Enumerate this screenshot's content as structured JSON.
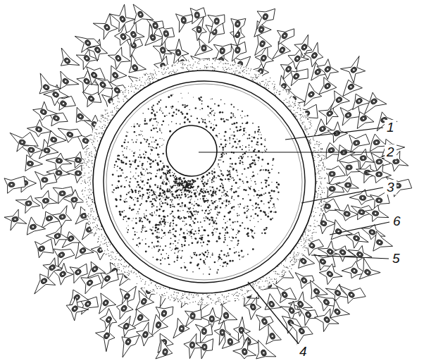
{
  "diagram": {
    "labels": [
      "1",
      "2",
      "3",
      "6",
      "5",
      "4"
    ]
  }
}
